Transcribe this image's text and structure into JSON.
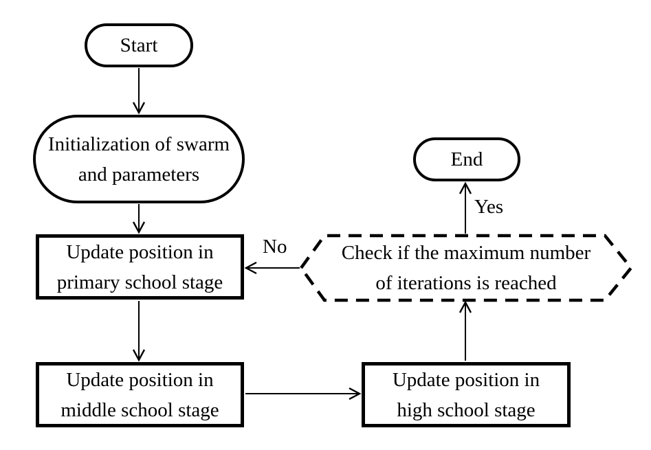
{
  "diagram": {
    "type": "flowchart",
    "colors": {
      "background": "#ffffff",
      "stroke": "#000000",
      "text": "#000000"
    },
    "nodes": {
      "start": {
        "shape": "stadium",
        "label": "Start"
      },
      "init": {
        "shape": "stadium",
        "line1": "Initialization of swarm",
        "line2": "and parameters"
      },
      "primary": {
        "shape": "rectangle",
        "line1": "Update position in",
        "line2": "primary school stage"
      },
      "middle": {
        "shape": "rectangle",
        "line1": "Update position in",
        "line2": "middle school stage"
      },
      "high": {
        "shape": "rectangle",
        "line1": "Update position in",
        "line2": "high school stage"
      },
      "check": {
        "shape": "dashed-hexagon",
        "line1": "Check if the maximum number",
        "line2": "of iterations is reached"
      },
      "end": {
        "shape": "stadium",
        "label": "End"
      }
    },
    "edge_labels": {
      "yes": "Yes",
      "no": "No"
    },
    "edges": [
      {
        "from": "start",
        "to": "init"
      },
      {
        "from": "init",
        "to": "primary"
      },
      {
        "from": "primary",
        "to": "middle"
      },
      {
        "from": "middle",
        "to": "high"
      },
      {
        "from": "high",
        "to": "check"
      },
      {
        "from": "check",
        "to": "end",
        "label": "Yes"
      },
      {
        "from": "check",
        "to": "primary",
        "label": "No"
      }
    ]
  }
}
